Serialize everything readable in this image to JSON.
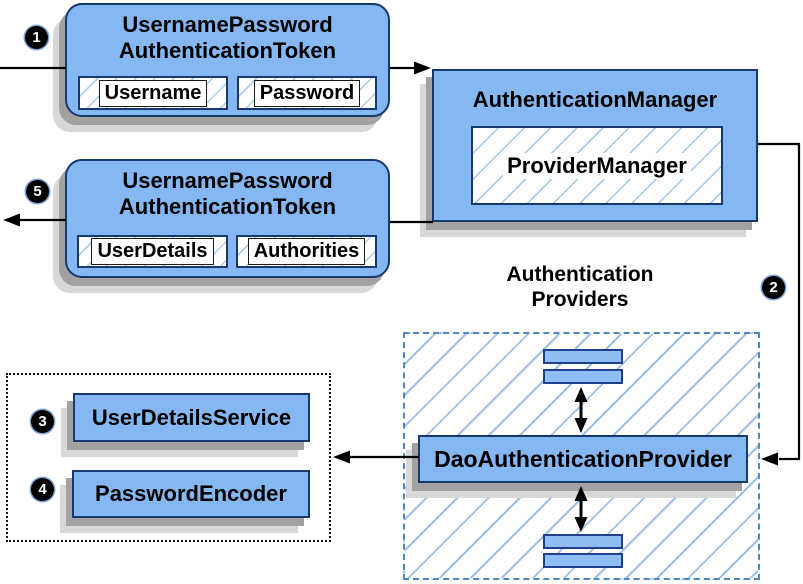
{
  "request_token": {
    "step": "1",
    "title_line1": "UsernamePassword",
    "title_line2": "AuthenticationToken",
    "fields": [
      "Username",
      "Password"
    ]
  },
  "authentication_manager": {
    "title": "AuthenticationManager",
    "provider": "ProviderManager"
  },
  "response_token": {
    "step": "5",
    "title_line1": "UsernamePassword",
    "title_line2": "AuthenticationToken",
    "fields": [
      "UserDetails",
      "Authorities"
    ]
  },
  "providers_group": {
    "step": "2",
    "label_line1": "Authentication",
    "label_line2": "Providers",
    "main_provider": "DaoAuthenticationProvider"
  },
  "services_group": {
    "items": [
      {
        "step": "3",
        "label": "UserDetailsService"
      },
      {
        "step": "4",
        "label": "PasswordEncoder"
      }
    ]
  },
  "colors": {
    "box_fill": "#85b8f2",
    "box_border": "#17396e",
    "bar_fill": "#8fbef5",
    "bar_border": "#1f3f8f",
    "hatch_stripe": "#9cc0ea",
    "dashed_border": "#4f86c6",
    "shadow_dark": "#a2a2a2",
    "shadow_light": "#d8d8d8",
    "arrow": "#000000"
  }
}
